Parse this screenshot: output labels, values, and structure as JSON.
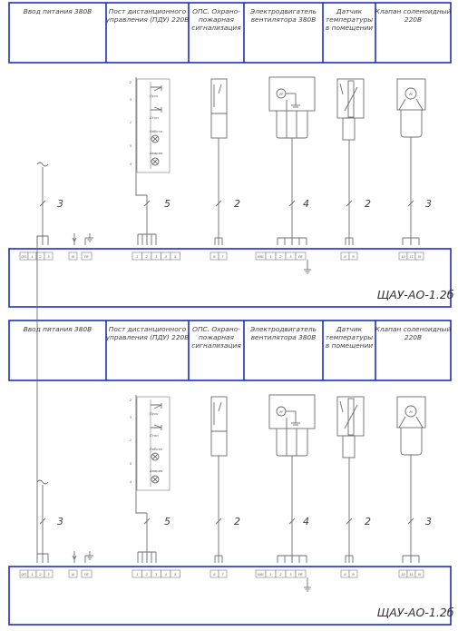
{
  "sheets": [
    {
      "columns": [
        [
          "Ввод питания 380В"
        ],
        [
          "Пост дистанционного",
          "управления (ПДУ) 220В"
        ],
        [
          "ОПС. Охрано-",
          "пожарная",
          "сигнализация"
        ],
        [
          "Электродвигатель",
          "вентилятора 380В"
        ],
        [
          "Датчик",
          "температуры",
          "в помещении"
        ],
        [
          "Клапан соленоидный",
          "220В"
        ]
      ],
      "cable_counts": [
        "3",
        "5",
        "2",
        "4",
        "2",
        "3"
      ],
      "terminals": {
        "power": [
          "QF1",
          "1",
          "2",
          "3",
          "N",
          "PE"
        ],
        "pdu": [
          "1",
          "2",
          "3",
          "4",
          "5"
        ],
        "ops": [
          "6",
          "7"
        ],
        "motor": [
          "KM1",
          "1",
          "2",
          "3",
          "PE"
        ],
        "sensor": [
          "8",
          "9"
        ],
        "valve": [
          "10",
          "11",
          "N"
        ]
      },
      "pdu_labels": [
        "Пуск",
        "Стоп",
        "Работа",
        "Авария"
      ],
      "pdu_wire_numbers": [
        "2",
        "3",
        "1",
        "5",
        "4"
      ],
      "motor_label": "М",
      "title": "ЩАУ-АО-1.2б"
    },
    {
      "columns": [
        [
          "Ввод питания 380В"
        ],
        [
          "Пост дистанционного",
          "управления (ПДУ) 220В"
        ],
        [
          "ОПС. Охрано-",
          "пожарная",
          "сигнализация"
        ],
        [
          "Электродвигатель",
          "вентилятора 380В"
        ],
        [
          "Датчик",
          "температуры",
          "в помещении"
        ],
        [
          "Клапан соленоидный",
          "220В"
        ]
      ],
      "cable_counts": [
        "3",
        "5",
        "2",
        "4",
        "2",
        "3"
      ],
      "terminals": {
        "power": [
          "QF1",
          "1",
          "2",
          "3",
          "N",
          "PE"
        ],
        "pdu": [
          "1",
          "2",
          "3",
          "4",
          "5"
        ],
        "ops": [
          "6",
          "7"
        ],
        "motor": [
          "KM1",
          "1",
          "2",
          "3",
          "PE"
        ],
        "sensor": [
          "8",
          "9"
        ],
        "valve": [
          "10",
          "11",
          "N"
        ]
      },
      "pdu_labels": [
        "Пуск",
        "Стоп",
        "Работа",
        "Авария"
      ],
      "pdu_wire_numbers": [
        "2",
        "3",
        "1",
        "5",
        "4"
      ],
      "motor_label": "М",
      "title": "ЩАУ-АО-1.2б"
    }
  ],
  "colors": {
    "frame": "#1f2fb8",
    "lines": "#6d6d6d",
    "text": "#404040"
  }
}
